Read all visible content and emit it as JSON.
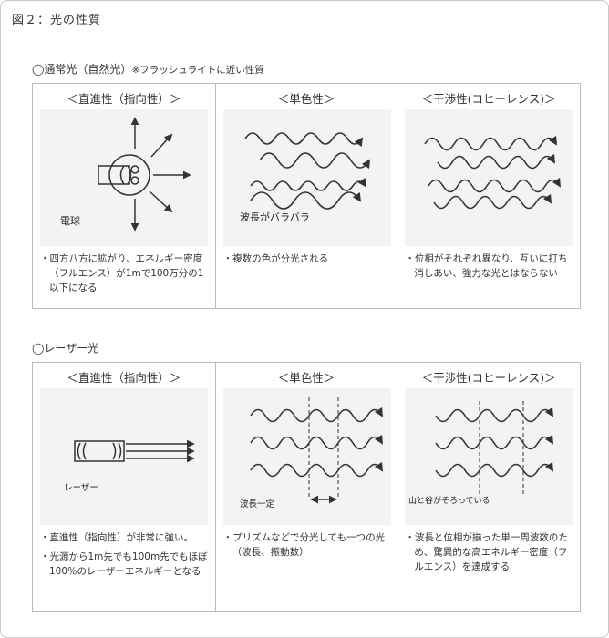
{
  "figure_title": "図２：光の性質",
  "natural": {
    "title": "◯通常光（自然光）",
    "note": "※フラッシュライトに近い性質",
    "columns": [
      {
        "title": "＜直進性（指向性）＞",
        "label": "電球",
        "desc": [
          "・四方八方に拡がり、エネルギー密度（フルエンス）が1mで100万分の1以下になる"
        ]
      },
      {
        "title": "＜単色性＞",
        "label": "波長がバラバラ",
        "desc": [
          "・複数の色が分光される"
        ]
      },
      {
        "title": "＜干渉性(コヒーレンス)＞",
        "label": "",
        "desc": [
          "・位相がそれぞれ異なり、互いに打ち消しあい、強力な光とはならない"
        ]
      }
    ]
  },
  "laser": {
    "title": "◯レーザー光",
    "columns": [
      {
        "title": "＜直進性（指向性）＞",
        "label": "レーザー",
        "desc": [
          "・直進性（指向性）が非常に強い。",
          "・光源から1m先でも100m先でもほぼ100％のレーザーエネルギーとなる"
        ]
      },
      {
        "title": "＜単色性＞",
        "label": "波長一定",
        "desc": [
          "・プリズムなどで分光しても一つの光（波長、振動数）"
        ]
      },
      {
        "title": "＜干渉性(コヒーレンス)＞",
        "label": "山と谷がそろっている",
        "desc": [
          "・波長と位相が揃った単一周波数のため、驚異的な高エネルギー密度（フルエンス）を達成する"
        ]
      }
    ]
  }
}
